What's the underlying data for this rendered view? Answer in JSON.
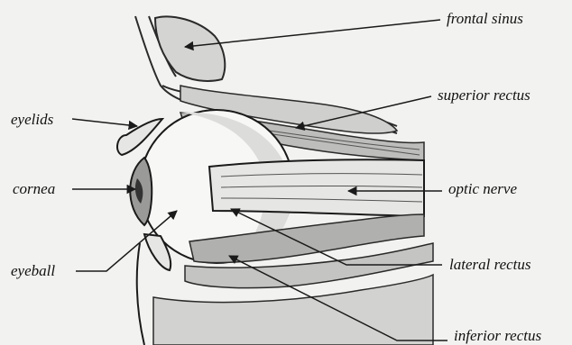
{
  "diagram": {
    "labels": {
      "frontal_sinus": "frontal sinus",
      "superior_rectus": "superior rectus",
      "eyelids": "eyelids",
      "optic_nerve": "optic nerve",
      "cornea": "cornea",
      "eyeball": "eyeball",
      "lateral_rectus": "lateral rectus",
      "inferior_rectus": "inferior rectus"
    },
    "colors": {
      "ink": "#1a1a1a",
      "bone_fill": "#c9c9c7",
      "muscle_fill": "#b9b9b7",
      "background": "#f2f2f0"
    }
  }
}
